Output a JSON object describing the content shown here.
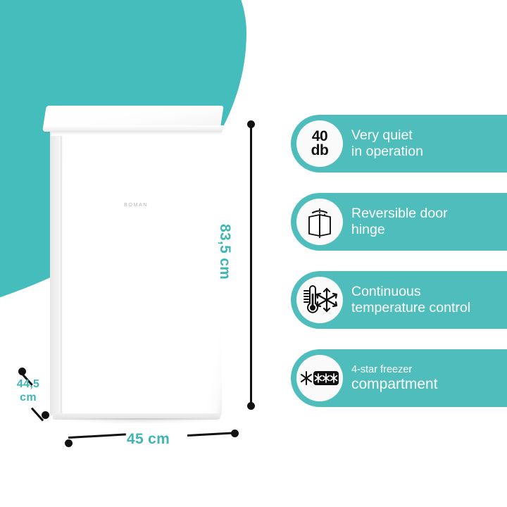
{
  "background": {
    "accent_color": "#44bdbc",
    "page_color": "#ffffff",
    "shape": "teal-quarter-circle"
  },
  "product": {
    "brand": "BOMAN",
    "type": "refrigerator-with-freezer-compartment",
    "body_color": "#ffffff"
  },
  "dimensions": {
    "height_label": "83,5 cm",
    "width_label": "45 cm",
    "depth_label_line1": "44,5",
    "depth_label_line2": "cm",
    "text_color": "#3fb5b4",
    "leader_color": "#111111"
  },
  "features": [
    {
      "icon": "decibel-badge-icon",
      "icon_value": "40",
      "icon_unit": "db",
      "line1": "Very quiet",
      "line2": "in operation",
      "emphasis": "equal"
    },
    {
      "icon": "reversible-door-hinge-icon",
      "line1": "Reversible door",
      "line2": "hinge",
      "emphasis": "equal"
    },
    {
      "icon": "thermometer-snowflake-icon",
      "line1": "Continuous",
      "line2": "temperature control",
      "emphasis": "equal"
    },
    {
      "icon": "four-star-freezer-icon",
      "line1": "4-star freezer",
      "line2": "compartment",
      "emphasis": "second"
    }
  ],
  "pill": {
    "fill_color": "#4fbdbb",
    "icon_bg_color": "#fafafa",
    "text_color": "#ffffff"
  }
}
